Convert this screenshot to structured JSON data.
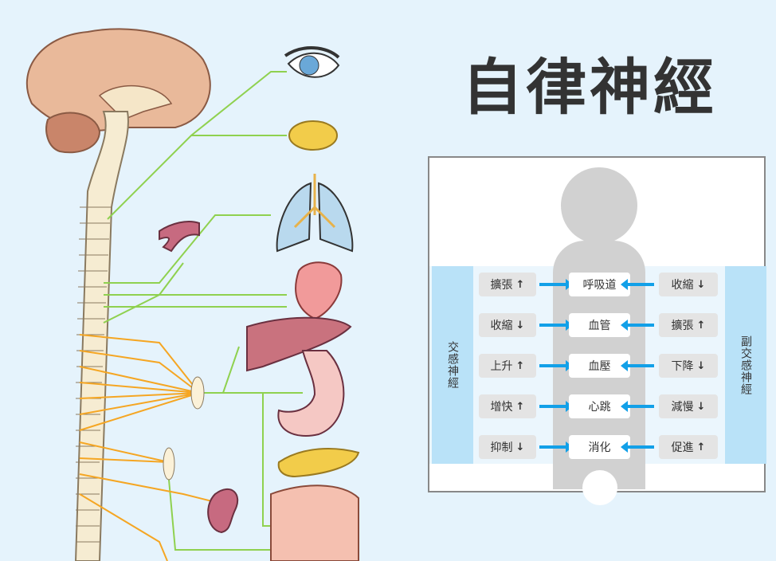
{
  "title": "自律神經",
  "diagram": {
    "left_label": "交感神經",
    "right_label": "副交感神經",
    "rows": [
      {
        "organ": "呼吸道",
        "sympathetic": "擴張",
        "sympathetic_dir": "↑",
        "parasympathetic": "收縮",
        "parasympathetic_dir": "↓"
      },
      {
        "organ": "血管",
        "sympathetic": "收縮",
        "sympathetic_dir": "↓",
        "parasympathetic": "擴張",
        "parasympathetic_dir": "↑"
      },
      {
        "organ": "血壓",
        "sympathetic": "上升",
        "sympathetic_dir": "↑",
        "parasympathetic": "下降",
        "parasympathetic_dir": "↓"
      },
      {
        "organ": "心跳",
        "sympathetic": "增快",
        "sympathetic_dir": "↑",
        "parasympathetic": "減慢",
        "parasympathetic_dir": "↓"
      },
      {
        "organ": "消化",
        "sympathetic": "抑制",
        "sympathetic_dir": "↓",
        "parasympathetic": "促進",
        "parasympathetic_dir": "↑"
      }
    ]
  },
  "colors": {
    "parasympathetic_nerve": "#8fd14f",
    "sympathetic_nerve": "#f5a623",
    "arrow": "#12a0e8"
  }
}
